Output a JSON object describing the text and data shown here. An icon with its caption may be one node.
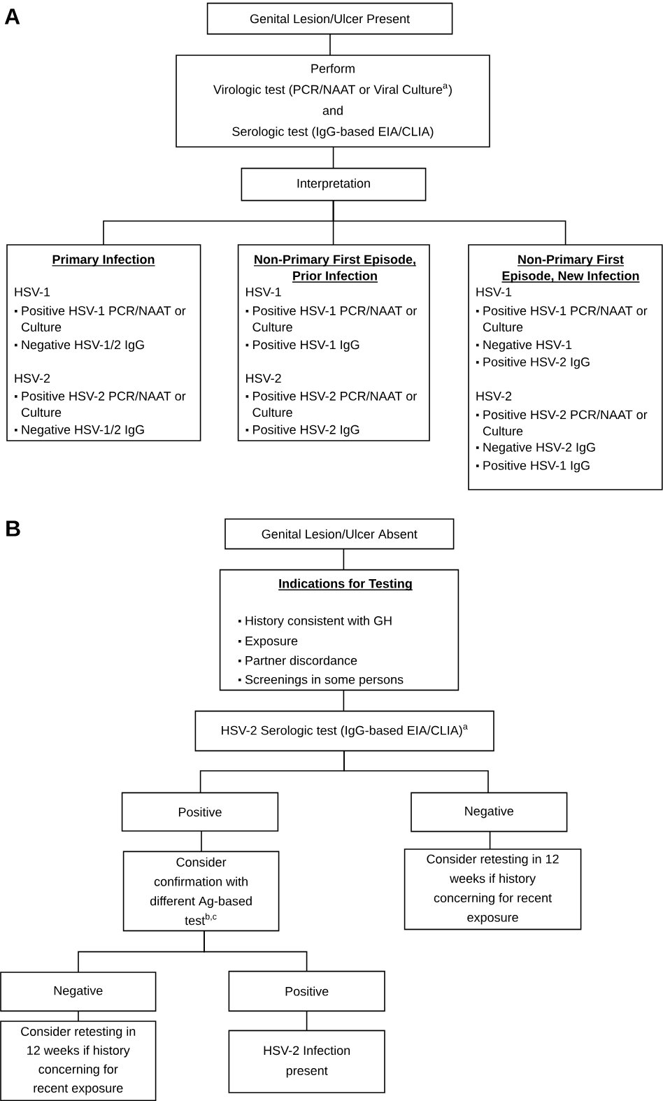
{
  "diagram": {
    "nodes": [
      {
        "text": [
          "Genital Lesion/Ulcer Present"
        ]
      },
      {
        "text": [
          "Perform",
          "Virologic test (PCR/NAAT or Viral Culture$^{a}$)",
          "and",
          "Serologic test (IgG-based EIA/CLIA)"
        ]
      },
      {
        "text": [
          "Interpretation"
        ]
      },
      {
        "text": [
          "Primary Infection",
          "HSV-1",
          "Positive HSV-1 PCR/NAAT or Culture",
          "Negative HSV-1/2 IgG",
          "HSV-2",
          "Positive HSV-2 PCR/NAAT or Culture",
          "Negative HSV-1/2 IgG"
        ]
      },
      {
        "text": [
          "Non-Primary First Episode, Prior Infection",
          "HSV-1",
          "Positive HSV-1 PCR/NAAT or Culture",
          "Positive HSV-1 IgG",
          "HSV-2",
          "Positive HSV-2 PCR/NAAT or Culture",
          "Positive HSV-2 IgG"
        ]
      },
      {
        "text": [
          "Non-Primary First Episode, New Infection",
          "HSV-1",
          "Positive HSV-1 PCR/NAAT or Culture",
          "Negative HSV-1",
          "Positive HSV-2 IgG",
          "HSV-2",
          "Positive HSV-2 PCR/NAAT or Culture",
          "Negative HSV-2 IgG",
          "Positive HSV-1 IgG"
        ]
      },
      {
        "text": [
          "Genital Lesion/Ulcer Absent"
        ]
      },
      {
        "text": [
          "Indications for Testing",
          "History consistent with GH",
          "Exposure",
          "Partner discordance",
          "Screenings in some persons"
        ]
      },
      {
        "text": [
          "HSV-2 Serologic test (IgG-based EIA/CLIA)$^{a}$"
        ]
      },
      {
        "text": [
          "Positive"
        ]
      },
      {
        "text": [
          "Negative"
        ]
      },
      {
        "text": [
          "Consider confirmation with different Ag-based test$^{b,c}$"
        ]
      },
      {
        "text": [
          "Consider retesting in 12 weeks if history concerning for recent exposure"
        ]
      },
      {
        "text": [
          "Negative"
        ]
      },
      {
        "text": [
          "Positive"
        ]
      },
      {
        "text": [
          "Consider retesting in 12 weeks if history concerning for recent exposure"
        ]
      },
      {
        "text": [
          "HSV-2 Infection present"
        ]
      }
    ],
    "edges": [
      {
        "from": 0,
        "to": 1,
        "arrow": "none"
      },
      {
        "from": 1,
        "to": 2,
        "arrow": "none"
      },
      {
        "from": 2,
        "to": 3,
        "arrow": "none"
      },
      {
        "from": 2,
        "to": 4,
        "arrow": "none"
      },
      {
        "from": 2,
        "to": 5,
        "arrow": "none"
      },
      {
        "from": 6,
        "to": 7,
        "arrow": "none"
      },
      {
        "from": 7,
        "to": 8,
        "arrow": "none"
      },
      {
        "from": 8,
        "to": 9,
        "arrow": "none"
      },
      {
        "from": 8,
        "to": 10,
        "arrow": "none"
      },
      {
        "from": 9,
        "to": 11,
        "arrow": "none"
      },
      {
        "from": 10,
        "to": 12,
        "arrow": "none"
      },
      {
        "from": 11,
        "to": 13,
        "arrow": "none"
      },
      {
        "from": 11,
        "to": 14,
        "arrow": "none"
      },
      {
        "from": 13,
        "to": 15,
        "arrow": "none"
      },
      {
        "from": 14,
        "to": 16,
        "arrow": "none"
      }
    ],
    "labels": [
      "A",
      "B"
    ]
  }
}
